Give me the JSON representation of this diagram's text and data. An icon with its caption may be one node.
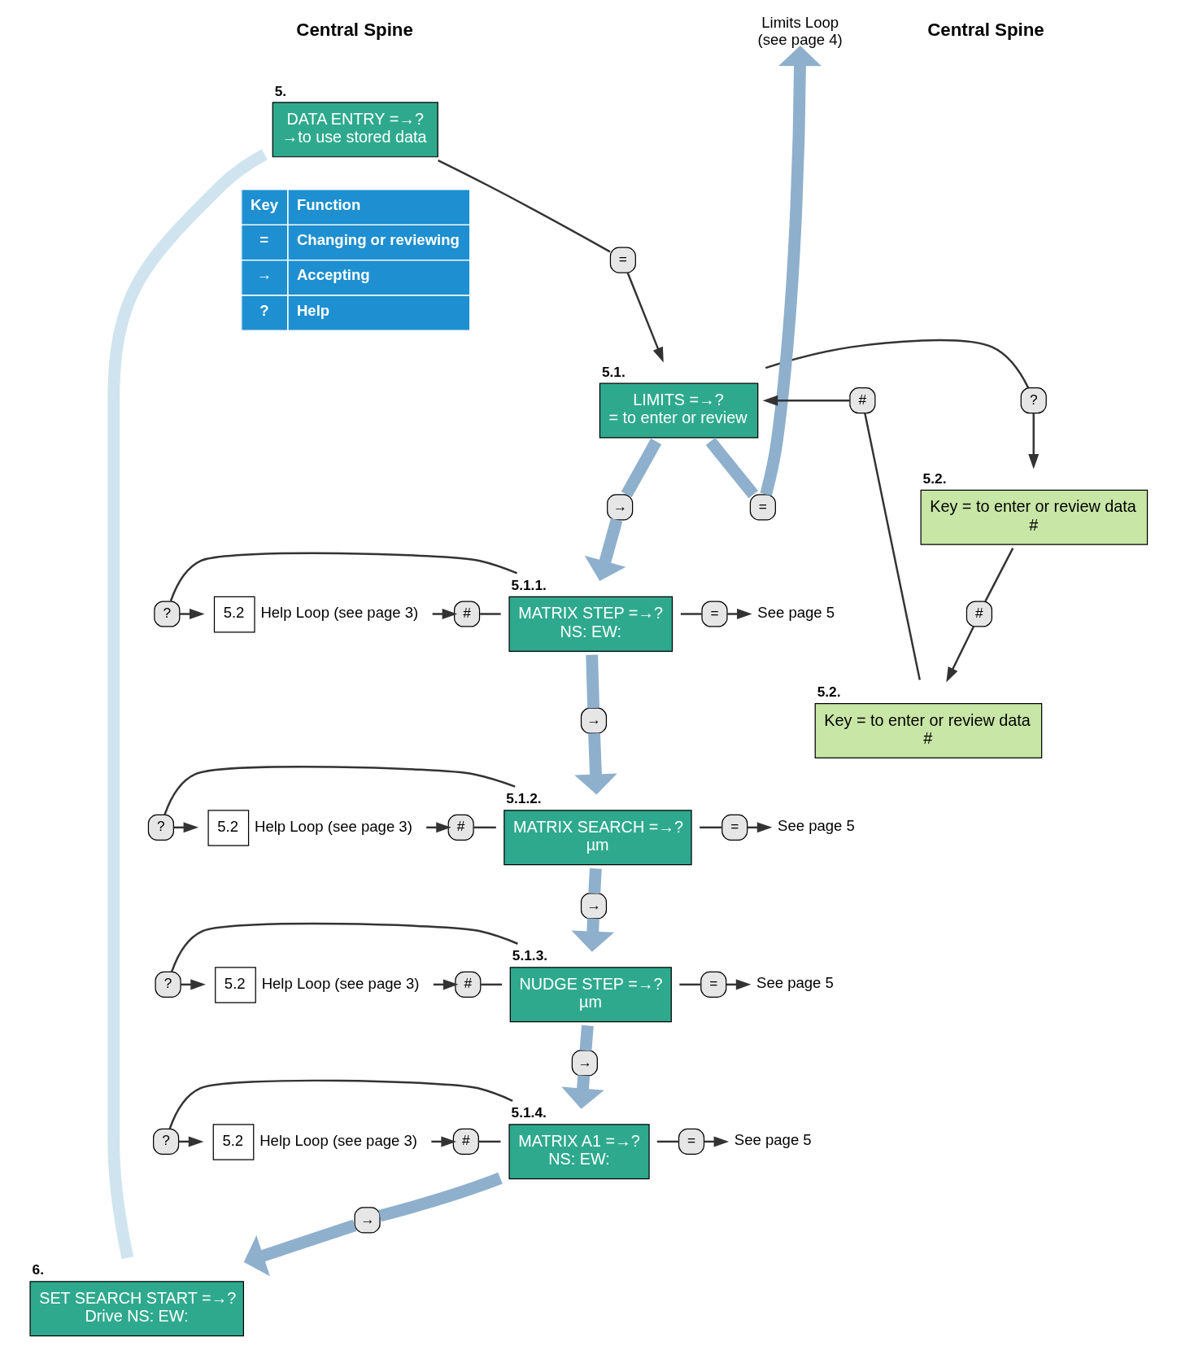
{
  "diagram": {
    "nodes": [
      {
        "text": [
          "DATA ENTRY =→?",
          "→to use stored data"
        ],
        "beside": [
          "5."
        ]
      },
      {
        "text": [
          "="
        ]
      },
      {
        "text": [
          "LIMITS =→?",
          "= to enter or review"
        ],
        "beside": [
          "5.1."
        ]
      },
      {
        "text": [
          "="
        ]
      },
      {
        "text": [
          "Limits Loop",
          "(see page 4)"
        ]
      },
      {
        "text": [
          "?"
        ]
      },
      {
        "text": [
          "Key = to enter or review data",
          "#"
        ],
        "beside": [
          "5.2."
        ]
      },
      {
        "text": [
          "#"
        ]
      },
      {
        "text": [
          "Key = to enter or review data",
          "#"
        ],
        "beside": [
          "5.2."
        ]
      },
      {
        "text": [
          "#"
        ]
      },
      {
        "text": [
          "→"
        ]
      },
      {
        "text": [
          "MATRIX STEP =→?",
          "NS: EW:"
        ],
        "beside": [
          "5.1.1."
        ]
      },
      {
        "text": [
          "="
        ]
      },
      {
        "text": [
          "See page 5"
        ]
      },
      {
        "text": [
          "?"
        ]
      },
      {
        "text": [
          "#"
        ]
      },
      {
        "text": [
          "5.2"
        ],
        "beside": [
          "Help Loop (see page 3)"
        ]
      },
      {
        "text": [
          "→"
        ]
      },
      {
        "text": [
          "MATRIX SEARCH =→?",
          "µm"
        ],
        "beside": [
          "5.1.2."
        ]
      },
      {
        "text": [
          "="
        ]
      },
      {
        "text": [
          "See page 5"
        ]
      },
      {
        "text": [
          "?"
        ]
      },
      {
        "text": [
          "#"
        ]
      },
      {
        "text": [
          "5.2"
        ],
        "beside": [
          "Help Loop (see page 3)"
        ]
      },
      {
        "text": [
          "→"
        ]
      },
      {
        "text": [
          "NUDGE STEP =→?",
          "µm"
        ],
        "beside": [
          "5.1.3."
        ]
      },
      {
        "text": [
          "="
        ]
      },
      {
        "text": [
          "See page 5"
        ]
      },
      {
        "text": [
          "?"
        ]
      },
      {
        "text": [
          "#"
        ]
      },
      {
        "text": [
          "5.2"
        ],
        "beside": [
          "Help Loop (see page 3)"
        ]
      },
      {
        "text": [
          "→"
        ]
      },
      {
        "text": [
          "MATRIX A1 =→?",
          "NS: EW:"
        ],
        "beside": [
          "5.1.4."
        ]
      },
      {
        "text": [
          "="
        ]
      },
      {
        "text": [
          "See page 5"
        ]
      },
      {
        "text": [
          "?"
        ]
      },
      {
        "text": [
          "#"
        ]
      },
      {
        "text": [
          "5.2"
        ],
        "beside": [
          "Help Loop (see page 3)"
        ]
      },
      {
        "text": [
          "→"
        ]
      },
      {
        "text": [
          "SET SEARCH START =→?",
          "Drive NS: EW:"
        ],
        "beside": [
          "6."
        ]
      }
    ],
    "edges": [
      {
        "from": 0,
        "to": 39,
        "arrow": "none",
        "style": "thick",
        "color": "#cfe4ee"
      },
      {
        "from": 0,
        "to": 1,
        "arrow": "none"
      },
      {
        "from": 1,
        "to": 2,
        "arrow": "to"
      },
      {
        "from": 2,
        "to": 3,
        "arrow": "none",
        "style": "thick",
        "color": "#8fb0cc"
      },
      {
        "from": 3,
        "to": 4,
        "arrow": "to",
        "style": "thick",
        "color": "#8fb0cc"
      },
      {
        "from": 2,
        "to": 5,
        "arrow": "none"
      },
      {
        "from": 5,
        "to": 6,
        "arrow": "to"
      },
      {
        "from": 6,
        "to": 7,
        "arrow": "none"
      },
      {
        "from": 7,
        "to": 8,
        "arrow": "to"
      },
      {
        "from": 8,
        "to": 9,
        "arrow": "none"
      },
      {
        "from": 9,
        "to": 2,
        "arrow": "to"
      },
      {
        "from": 2,
        "to": 10,
        "arrow": "none",
        "style": "thick",
        "color": "#8fb0cc"
      },
      {
        "from": 10,
        "to": 11,
        "arrow": "to",
        "style": "thick",
        "color": "#8fb0cc"
      },
      {
        "from": 11,
        "to": 12,
        "arrow": "none"
      },
      {
        "from": 12,
        "to": 13,
        "arrow": "to"
      },
      {
        "from": 11,
        "to": 14,
        "arrow": "none"
      },
      {
        "from": 14,
        "to": 16,
        "arrow": "to"
      },
      {
        "from": 16,
        "to": 15,
        "arrow": "to"
      },
      {
        "from": 15,
        "to": 11,
        "arrow": "none"
      },
      {
        "from": 11,
        "to": 17,
        "arrow": "none",
        "style": "thick",
        "color": "#8fb0cc"
      },
      {
        "from": 17,
        "to": 18,
        "arrow": "to",
        "style": "thick",
        "color": "#8fb0cc"
      },
      {
        "from": 18,
        "to": 19,
        "arrow": "none"
      },
      {
        "from": 19,
        "to": 20,
        "arrow": "to"
      },
      {
        "from": 18,
        "to": 21,
        "arrow": "none"
      },
      {
        "from": 21,
        "to": 23,
        "arrow": "to"
      },
      {
        "from": 23,
        "to": 22,
        "arrow": "to"
      },
      {
        "from": 22,
        "to": 18,
        "arrow": "none"
      },
      {
        "from": 18,
        "to": 24,
        "arrow": "none",
        "style": "thick",
        "color": "#8fb0cc"
      },
      {
        "from": 24,
        "to": 25,
        "arrow": "to",
        "style": "thick",
        "color": "#8fb0cc"
      },
      {
        "from": 25,
        "to": 26,
        "arrow": "none"
      },
      {
        "from": 26,
        "to": 27,
        "arrow": "to"
      },
      {
        "from": 25,
        "to": 28,
        "arrow": "none"
      },
      {
        "from": 28,
        "to": 30,
        "arrow": "to"
      },
      {
        "from": 30,
        "to": 29,
        "arrow": "to"
      },
      {
        "from": 29,
        "to": 25,
        "arrow": "none"
      },
      {
        "from": 25,
        "to": 31,
        "arrow": "none",
        "style": "thick",
        "color": "#8fb0cc"
      },
      {
        "from": 31,
        "to": 32,
        "arrow": "to",
        "style": "thick",
        "color": "#8fb0cc"
      },
      {
        "from": 32,
        "to": 33,
        "arrow": "none"
      },
      {
        "from": 33,
        "to": 34,
        "arrow": "to"
      },
      {
        "from": 32,
        "to": 35,
        "arrow": "none"
      },
      {
        "from": 35,
        "to": 37,
        "arrow": "to"
      },
      {
        "from": 37,
        "to": 36,
        "arrow": "to"
      },
      {
        "from": 36,
        "to": 32,
        "arrow": "none"
      },
      {
        "from": 32,
        "to": 38,
        "arrow": "none",
        "style": "thick",
        "color": "#8fb0cc"
      },
      {
        "from": 38,
        "to": 39,
        "arrow": "to",
        "style": "thick",
        "color": "#8fb0cc"
      }
    ],
    "labels": [
      "Central Spine",
      "Central Spine",
      "Key",
      "Function",
      "=",
      "Changing or reviewing",
      "→",
      "Accepting",
      "?",
      "Help"
    ]
  }
}
